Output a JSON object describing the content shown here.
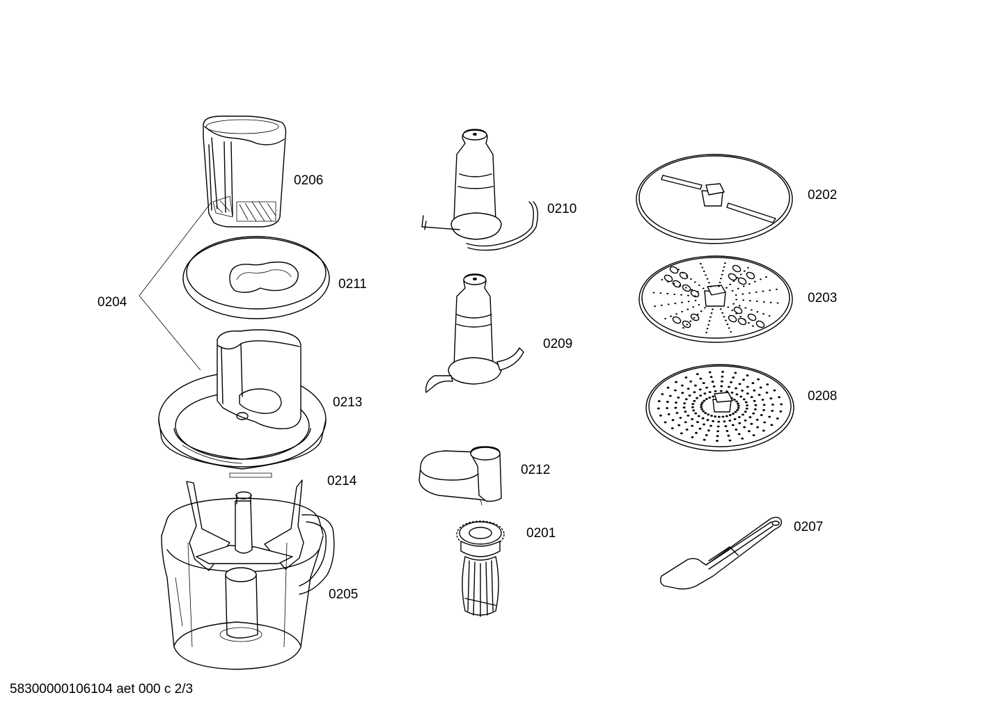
{
  "parts": [
    {
      "id": "0201",
      "label": "0201"
    },
    {
      "id": "0202",
      "label": "0202"
    },
    {
      "id": "0203",
      "label": "0203"
    },
    {
      "id": "0204",
      "label": "0204"
    },
    {
      "id": "0205",
      "label": "0205"
    },
    {
      "id": "0206",
      "label": "0206"
    },
    {
      "id": "0207",
      "label": "0207"
    },
    {
      "id": "0208",
      "label": "0208"
    },
    {
      "id": "0209",
      "label": "0209"
    },
    {
      "id": "0210",
      "label": "0210"
    },
    {
      "id": "0211",
      "label": "0211"
    },
    {
      "id": "0212",
      "label": "0212"
    },
    {
      "id": "0213",
      "label": "0213"
    },
    {
      "id": "0214",
      "label": "0214"
    }
  ],
  "footer": "58300000106104 aet 000 c 2/3"
}
